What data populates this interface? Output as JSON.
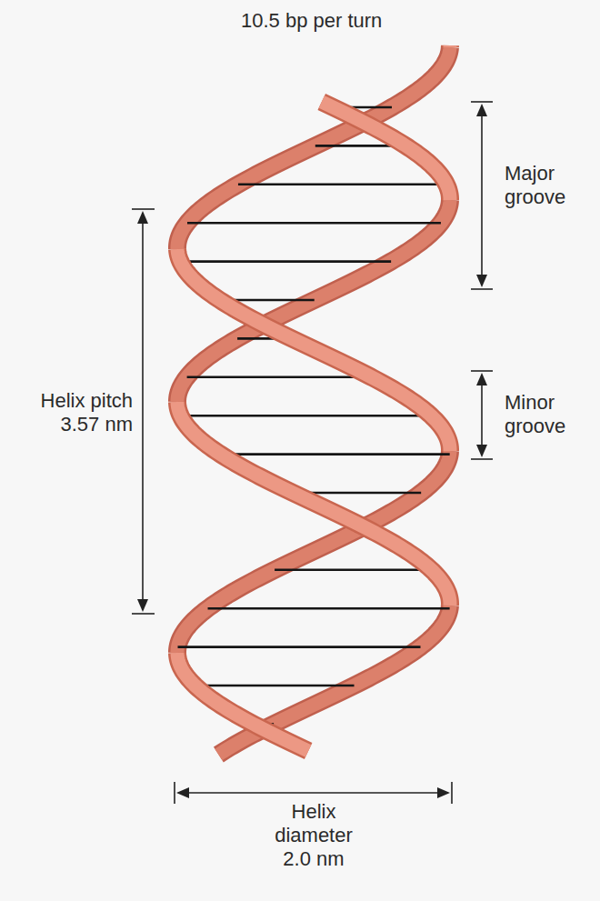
{
  "diagram": {
    "labels": [
      "10.5 bp per turn",
      "Major groove",
      "Minor groove",
      "Helix pitch 3.57 nm",
      "Helix diameter 2.0 nm"
    ]
  }
}
